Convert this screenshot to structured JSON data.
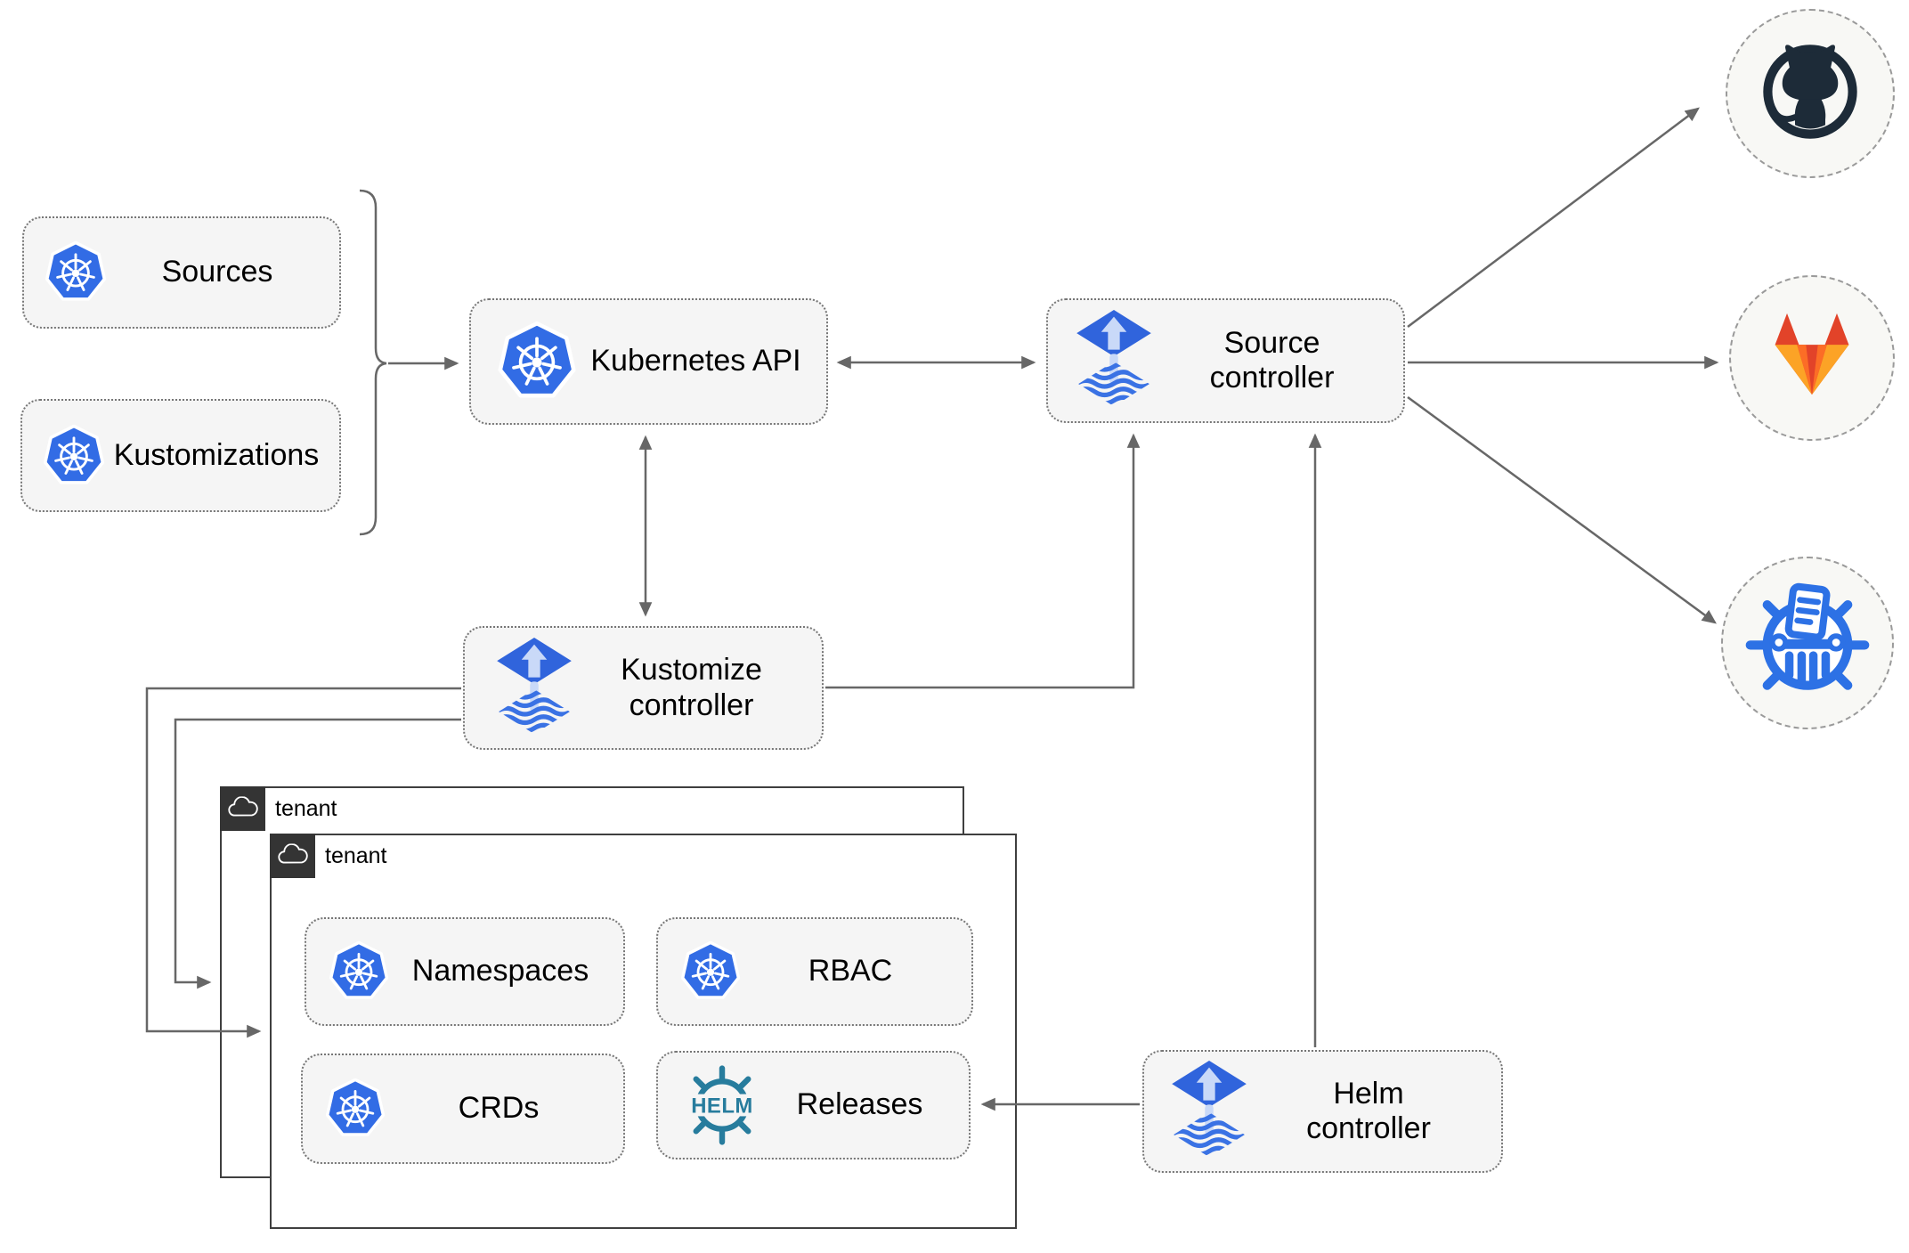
{
  "diagram": {
    "nodes": {
      "sources": {
        "label": "Sources"
      },
      "kustomizations": {
        "label": "Kustomizations"
      },
      "kubernetes_api": {
        "label": "Kubernetes API"
      },
      "source_controller": {
        "line1": "Source",
        "line2": "controller"
      },
      "kustomize_controller": {
        "line1": "Kustomize",
        "line2": "controller"
      },
      "helm_controller": {
        "line1": "Helm",
        "line2": "controller"
      },
      "namespaces": {
        "label": "Namespaces"
      },
      "rbac": {
        "label": "RBAC"
      },
      "crds": {
        "label": "CRDs"
      },
      "releases": {
        "label": "Releases"
      }
    },
    "groups": {
      "tenant_outer": {
        "label": "tenant"
      },
      "tenant_inner": {
        "label": "tenant"
      }
    },
    "endpoints": {
      "github": {
        "icon": "github-icon"
      },
      "gitlab": {
        "icon": "gitlab-icon"
      },
      "helm_repository": {
        "icon": "chartmuseum-icon"
      }
    },
    "helm_icon_text": "HELM",
    "icons": {
      "kubernetes": "kubernetes-icon",
      "flux": "flux-icon",
      "helm": "helm-icon",
      "cloud": "cloud-icon",
      "github": "github-icon",
      "gitlab": "gitlab-icon",
      "chartmuseum": "chartmuseum-icon"
    },
    "colors": {
      "kubernetes_blue": "#326CE5",
      "flux_blue": "#3064DC",
      "flux_arrow_light": "#C9D9F8",
      "helm_teal": "#277C9D",
      "chartmuseum_blue": "#2D71E5",
      "github_dark": "#1D2B38",
      "gitlab_red_orange": "#E24329",
      "gitlab_orange": "#FC6D26",
      "gitlab_light_orange": "#FCA326",
      "node_fill": "#F5F5F5",
      "connector_gray": "#676767",
      "tenant_border": "#3F3F3F"
    }
  }
}
